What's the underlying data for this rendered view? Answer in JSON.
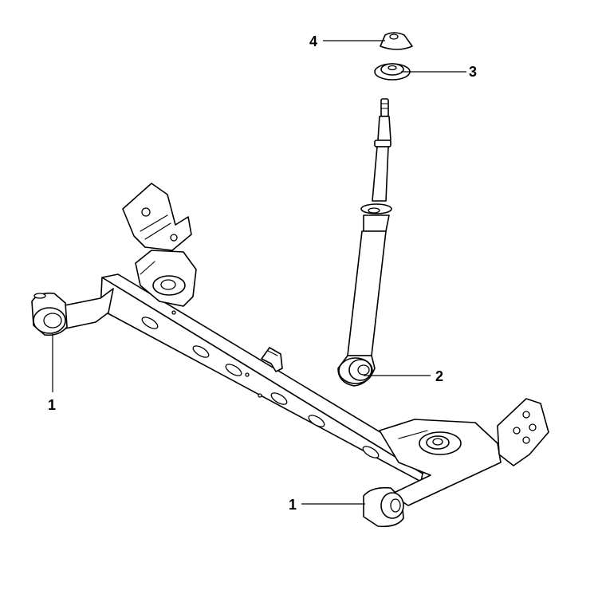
{
  "callouts": [
    {
      "id": "1",
      "label": "1"
    },
    {
      "id": "1b",
      "label": "1"
    },
    {
      "id": "2",
      "label": "2"
    },
    {
      "id": "3",
      "label": "3"
    },
    {
      "id": "4",
      "label": "4"
    }
  ]
}
